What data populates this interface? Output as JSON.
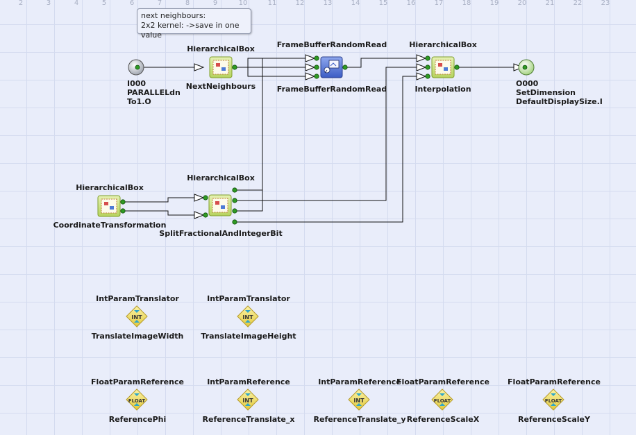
{
  "ruler": [
    "2",
    "3",
    "4",
    "5",
    "6",
    "7",
    "8",
    "9",
    "10",
    "11",
    "12",
    "13",
    "14",
    "15",
    "16",
    "17",
    "18",
    "19",
    "20",
    "21",
    "22",
    "23"
  ],
  "comment": {
    "line1": "next neighbours:",
    "line2": "2x2 kernel: ->save in one value"
  },
  "nodes": {
    "input": {
      "lines": [
        "I000",
        "PARALLELdn",
        "To1.O"
      ]
    },
    "next_neighbours": {
      "type": "HierarchicalBox",
      "name": "NextNeighbours"
    },
    "framebuffer": {
      "type": "FrameBufferRandomRead",
      "name": "FrameBufferRandomRead"
    },
    "interpolation": {
      "type": "HierarchicalBox",
      "name": "Interpolation"
    },
    "output": {
      "lines": [
        "O000",
        "SetDimension",
        "DefaultDisplaySize.I"
      ]
    },
    "coordinate_transformation": {
      "type": "HierarchicalBox",
      "name": "CoordinateTransformation"
    },
    "split_fractional": {
      "type": "HierarchicalBox",
      "name": "SplitFractionalAndIntegerBit"
    },
    "translate_image_width": {
      "type": "IntParamTranslator",
      "name": "TranslateImageWidth",
      "badge": "INT"
    },
    "translate_image_height": {
      "type": "IntParamTranslator",
      "name": "TranslateImageHeight",
      "badge": "INT"
    },
    "reference_phi": {
      "type": "FloatParamReference",
      "name": "ReferencePhi",
      "badge": "FLOAT"
    },
    "reference_translate_x": {
      "type": "IntParamReference",
      "name": "ReferenceTranslate_x",
      "badge": "INT"
    },
    "reference_translate_y": {
      "type": "IntParamReference",
      "name": "ReferenceTranslate_y",
      "badge": "INT"
    },
    "reference_scale_x": {
      "type": "FloatParamReference",
      "name": "ReferenceScaleX",
      "badge": "FLOAT"
    },
    "reference_scale_y": {
      "type": "FloatParamReference",
      "name": "ReferenceScaleY",
      "badge": "FLOAT"
    }
  },
  "colors": {
    "wire": "#111111",
    "port": "#2f9a24",
    "box_fill": "#cfe58a",
    "box_border": "#7f9f2a",
    "fb_fill": "#5a79d6",
    "param_fill": "#f2e26a"
  }
}
